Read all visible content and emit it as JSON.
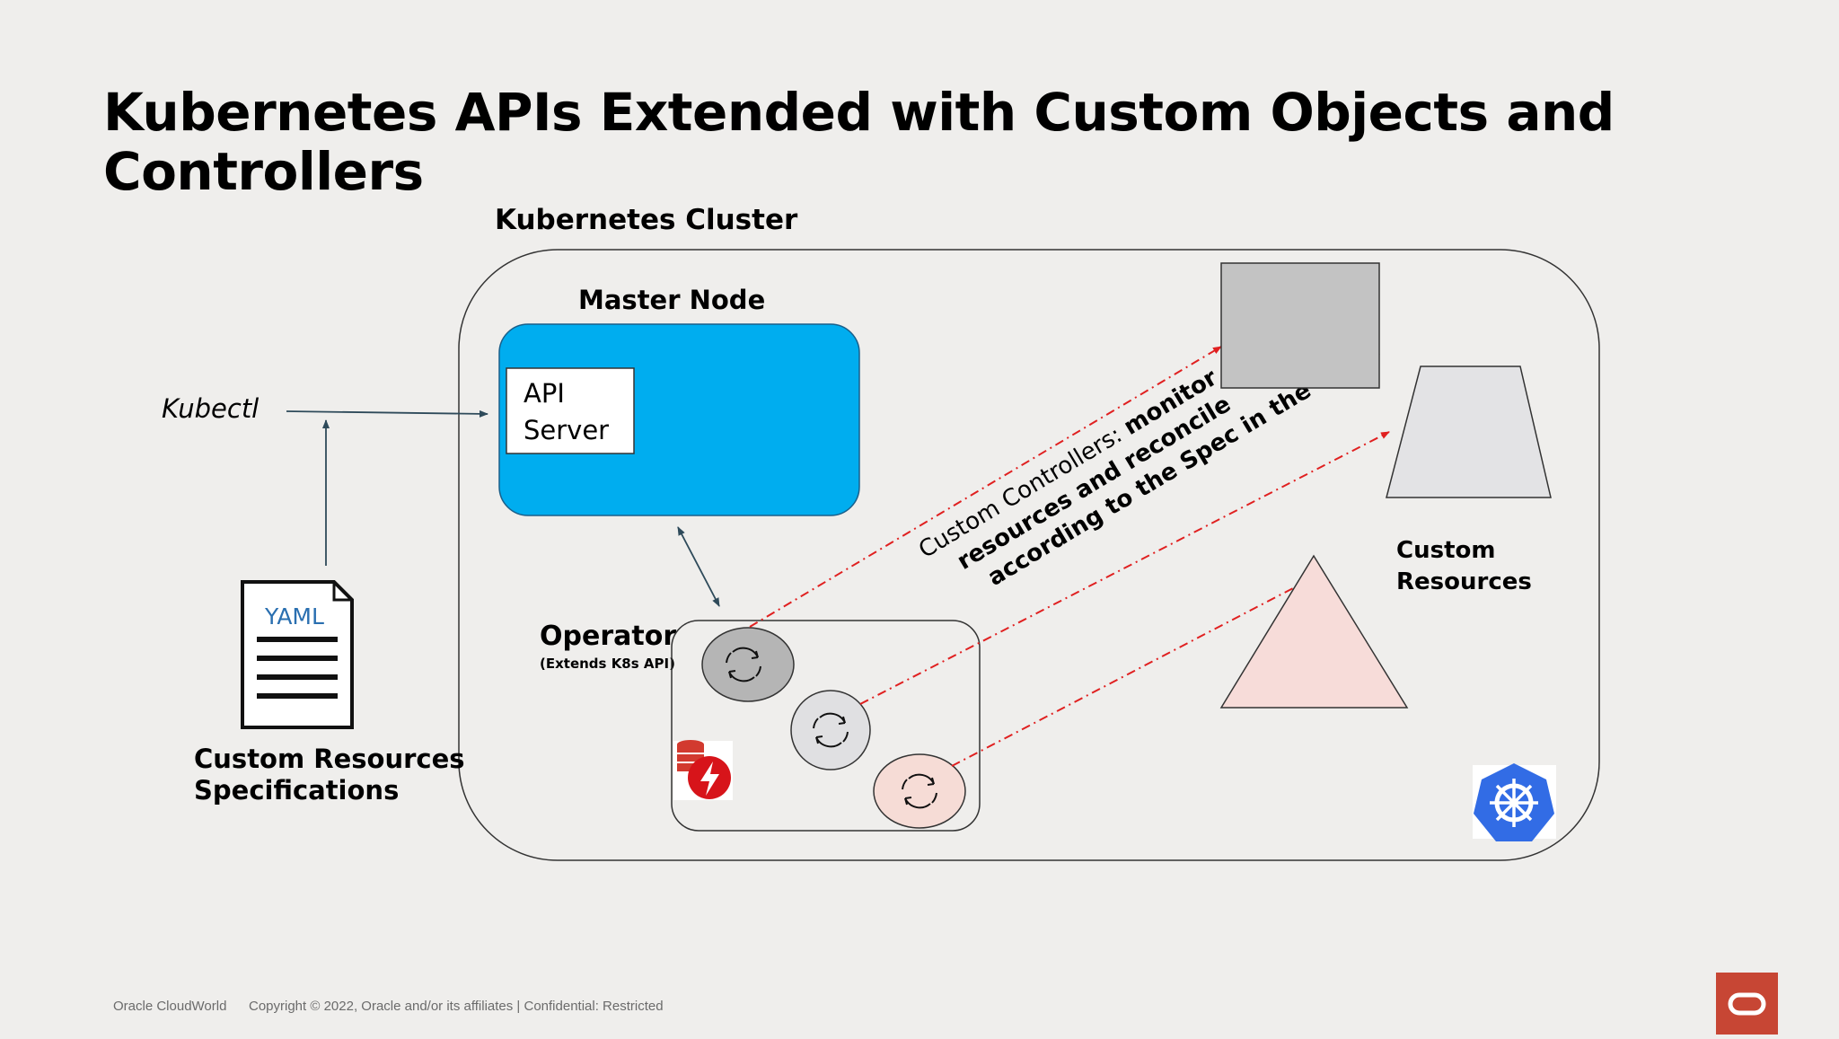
{
  "slide": {
    "title_line1": "Kubernetes APIs Extended with Custom Objects and",
    "title_line2": "Controllers"
  },
  "diagram": {
    "cluster_label": "Kubernetes Cluster",
    "master_node_label": "Master Node",
    "api_server_line1": "API",
    "api_server_line2": "Server",
    "kubectl_label": "Kubectl",
    "yaml_label": "YAML",
    "crd_spec_line1": "Custom Resources",
    "crd_spec_line2": "Specifications",
    "operator_label": "Operator",
    "operator_sub": "(Extends K8s API)",
    "controllers_text_normal": "Custom Controllers: ",
    "controllers_text_bold1": "monitor",
    "controllers_text_bold2": "resources and reconcile",
    "controllers_text_bold3": "according to the Spec in the YAML",
    "custom_resources_line1": "Custom",
    "custom_resources_line2": "Resources",
    "icons": [
      "yaml-document-icon",
      "database-lightning-icon",
      "kubernetes-helm-icon",
      "reconcile-loop-icon"
    ],
    "colors": {
      "master_node": "#00adef",
      "arrow_red": "#e02020",
      "square": "#c3c3c3",
      "trapezoid": "#e3e3e5",
      "triangle": "#f7dcd9",
      "k8s_blue": "#326ce5",
      "oracle_red": "#c74634"
    }
  },
  "footer": {
    "event": "Oracle CloudWorld",
    "copyright": "Copyright © 2022, Oracle and/or its affiliates | Confidential: Restricted"
  }
}
